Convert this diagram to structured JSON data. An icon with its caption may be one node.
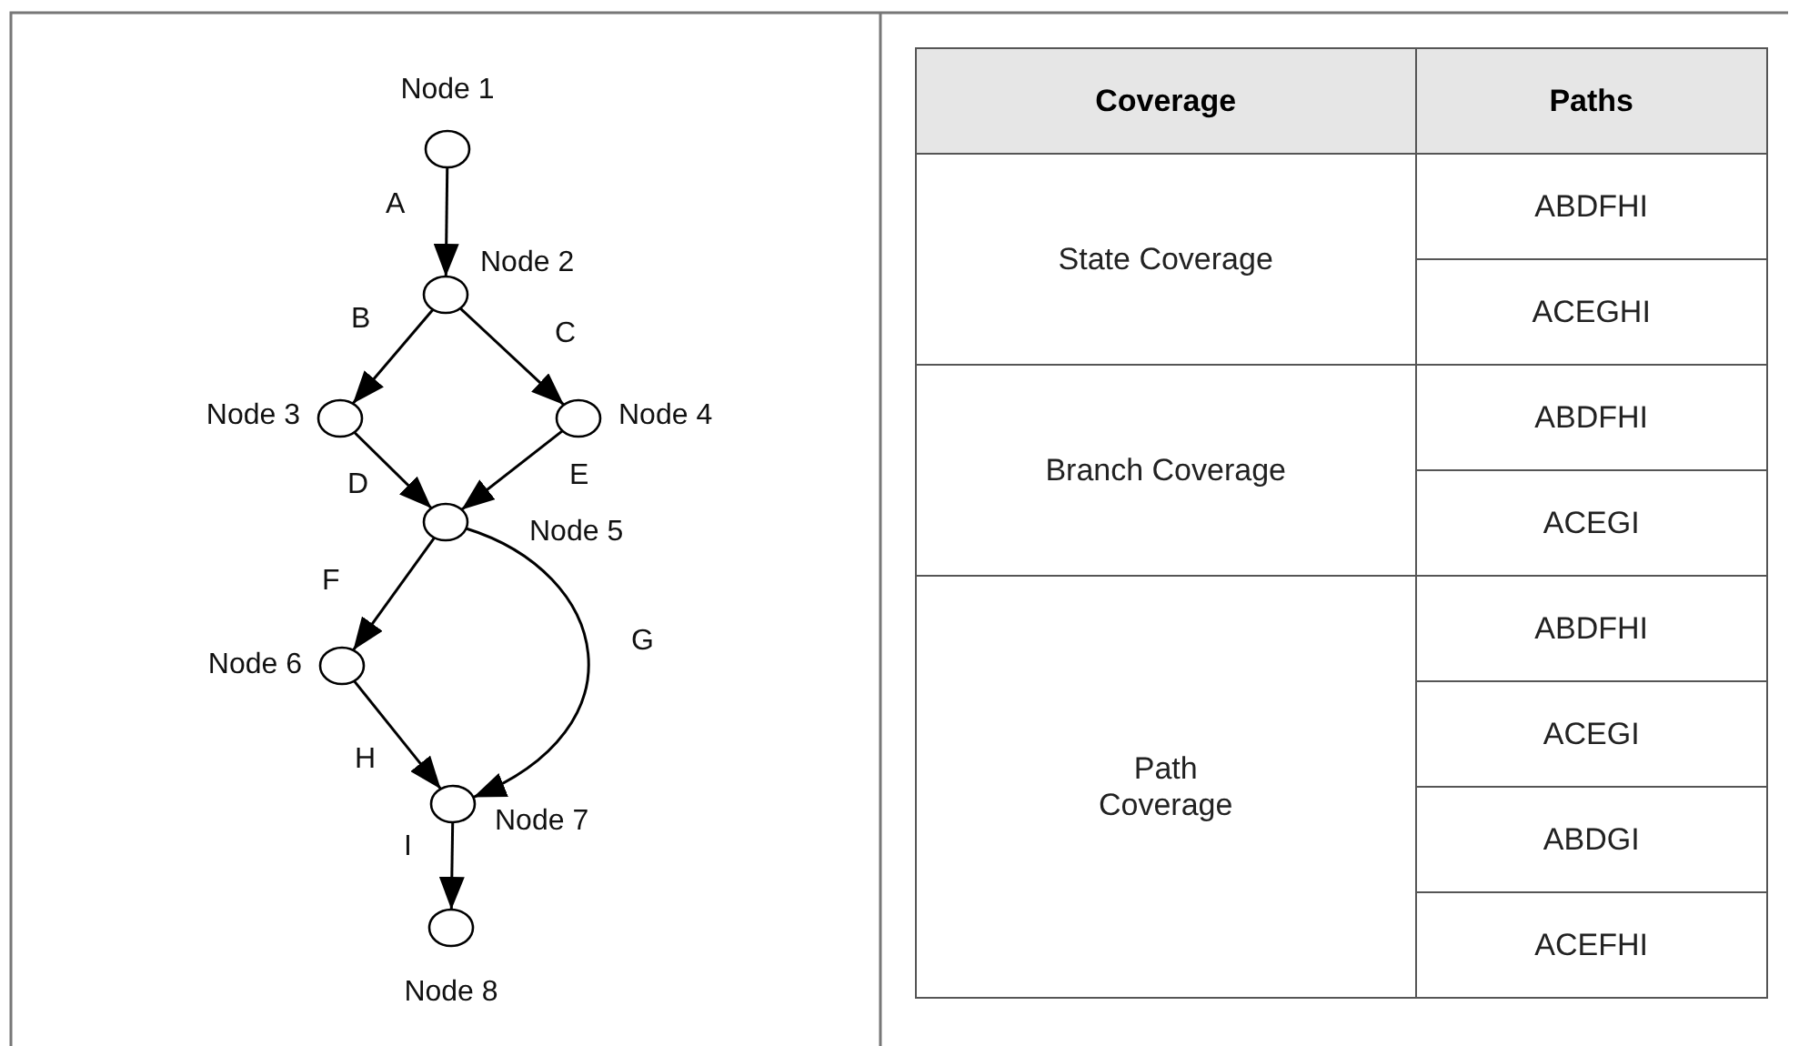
{
  "diagram": {
    "nodes": [
      {
        "text": [],
        "shape": "circle",
        "beside": [
          "Node 1"
        ]
      },
      {
        "text": [],
        "shape": "circle",
        "beside": [
          "Node 2"
        ]
      },
      {
        "text": [],
        "shape": "circle",
        "beside": [
          "Node 3"
        ]
      },
      {
        "text": [],
        "shape": "circle",
        "beside": [
          "Node 4"
        ]
      },
      {
        "text": [],
        "shape": "circle",
        "beside": [
          "Node 5"
        ]
      },
      {
        "text": [],
        "shape": "circle",
        "beside": [
          "Node 6"
        ]
      },
      {
        "text": [],
        "shape": "circle",
        "beside": [
          "Node 7"
        ]
      },
      {
        "text": [],
        "shape": "circle",
        "beside": [
          "Node 8"
        ]
      }
    ],
    "edges": [
      {
        "from": 0,
        "to": 1,
        "arrow": "to",
        "label": "A"
      },
      {
        "from": 1,
        "to": 2,
        "arrow": "to",
        "label": "B"
      },
      {
        "from": 1,
        "to": 3,
        "arrow": "to",
        "label": "C"
      },
      {
        "from": 2,
        "to": 4,
        "arrow": "to",
        "label": "D"
      },
      {
        "from": 3,
        "to": 4,
        "arrow": "to",
        "label": "E"
      },
      {
        "from": 4,
        "to": 5,
        "arrow": "to",
        "label": "F"
      },
      {
        "from": 4,
        "to": 6,
        "arrow": "to",
        "label": "G"
      },
      {
        "from": 5,
        "to": 6,
        "arrow": "to",
        "label": "H"
      },
      {
        "from": 6,
        "to": 7,
        "arrow": "to",
        "label": "I"
      }
    ],
    "labels": [
      "Coverage",
      "Paths",
      "State Coverage",
      "ABDFHI",
      "ACEGHI",
      "Branch Coverage",
      "ABDFHI",
      "ACEGI",
      "Path Coverage",
      "ABDFHI",
      "ACEGI",
      "ABDGI",
      "ACEFHI"
    ]
  }
}
